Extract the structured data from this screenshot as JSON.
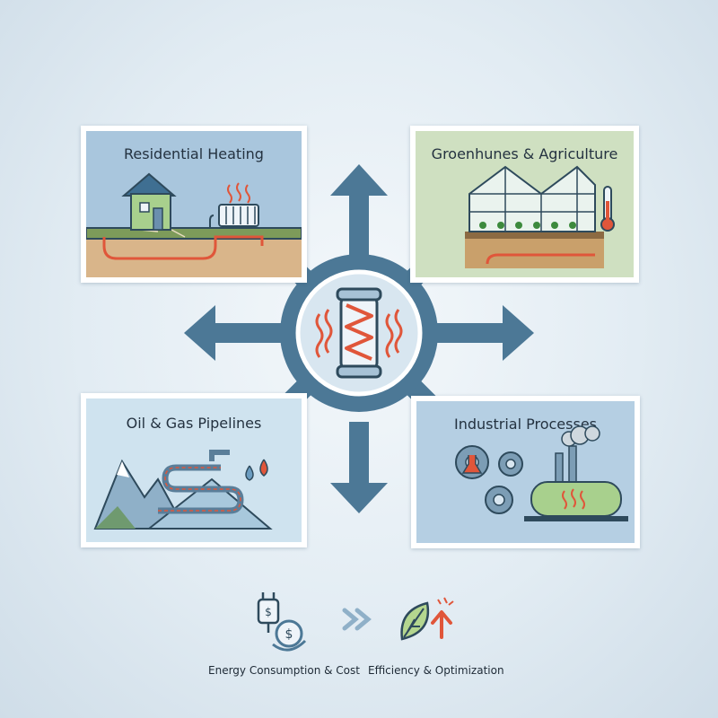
{
  "panels": {
    "residential": {
      "title": "Residential Heating"
    },
    "greenhouse": {
      "title": "Groenhunes & Agriculture"
    },
    "oil_gas": {
      "title": "Oil & Gas Pipelines"
    },
    "industrial": {
      "title": "Industrial Processes"
    }
  },
  "center": {
    "icon": "heating-element-coil-icon"
  },
  "bottom": {
    "left_caption": "Energy Consumption & Cost",
    "right_caption": "Efficiency & Optimization",
    "left_icon": "plug-dollar-icon",
    "right_icon": "leaf-up-arrow-icon",
    "separator_icon": "double-chevron-icon"
  },
  "colors": {
    "arrow": "#4c7896",
    "heat": "#e0563a",
    "outline": "#2e4a5c"
  }
}
